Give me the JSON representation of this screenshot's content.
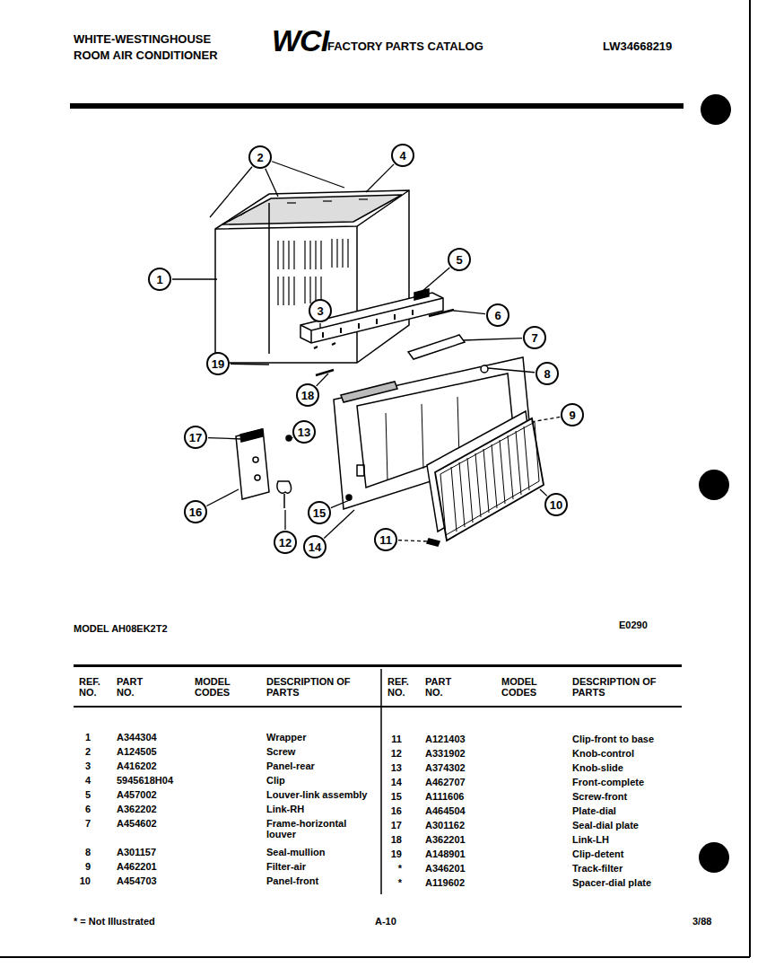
{
  "diagram": {
    "nodes": [
      {
        "text": [
          "1"
        ]
      },
      {
        "text": [
          "2"
        ]
      },
      {
        "text": [
          "3"
        ]
      },
      {
        "text": [
          "4"
        ]
      },
      {
        "text": [
          "5"
        ]
      },
      {
        "text": [
          "6"
        ]
      },
      {
        "text": [
          "7"
        ]
      },
      {
        "text": [
          "8"
        ]
      },
      {
        "text": [
          "9"
        ]
      },
      {
        "text": [
          "10"
        ]
      },
      {
        "text": [
          "11"
        ]
      },
      {
        "text": [
          "12"
        ]
      },
      {
        "text": [
          "13"
        ]
      },
      {
        "text": [
          "14"
        ]
      },
      {
        "text": [
          "15"
        ]
      },
      {
        "text": [
          "16"
        ]
      },
      {
        "text": [
          "17"
        ]
      },
      {
        "text": [
          "18"
        ]
      },
      {
        "text": [
          "19"
        ]
      }
    ],
    "labels": [
      "WHITE-WESTINGHOUSE",
      "ROOM AIR CONDITIONER",
      "WCI",
      "FACTORY PARTS CATALOG",
      "LW34668219",
      "MODEL AH08EK2T2",
      "E0290",
      "REF. NO.",
      "PART NO.",
      "MODEL CODES",
      "DESCRIPTION OF PARTS",
      "REF. NO.",
      "PART NO.",
      "MODEL CODES",
      "DESCRIPTION OF PARTS",
      "1",
      "A344304",
      "Wrapper",
      "2",
      "A124505",
      "Screw",
      "3",
      "A416202",
      "Panel-rear",
      "4",
      "5945618H04",
      "Clip",
      "5",
      "A457002",
      "Louver-link assembly",
      "6",
      "A362202",
      "Link-RH",
      "7",
      "A454602",
      "Frame-horizontal louver",
      "8",
      "A301157",
      "Seal-mullion",
      "9",
      "A462201",
      "Filter-air",
      "10",
      "A454703",
      "Panel-front",
      "11",
      "A121403",
      "Clip-front to base",
      "12",
      "A331902",
      "Knob-control",
      "13",
      "A374302",
      "Knob-slide",
      "14",
      "A462707",
      "Front-complete",
      "15",
      "A111606",
      "Screw-front",
      "16",
      "A464504",
      "Plate-dial",
      "17",
      "A301162",
      "Seal-dial plate",
      "18",
      "A362201",
      "Link-LH",
      "19",
      "A148901",
      "Clip-detent",
      "*",
      "A346201",
      "Track-filter",
      "*",
      "A119602",
      "Spacer-dial plate",
      "* = Not Illustrated",
      "A-10",
      "3/88"
    ]
  }
}
